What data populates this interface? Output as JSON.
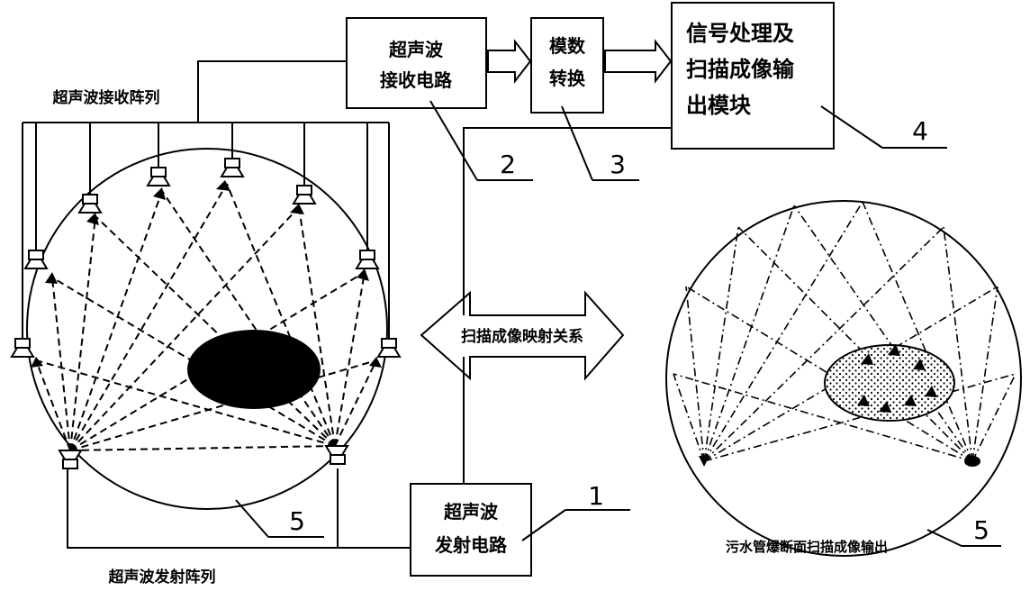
{
  "boxes": {
    "receive": [
      "超声波",
      "接收电路"
    ],
    "adc": [
      "模数",
      "转换"
    ],
    "processing": [
      "信号处理及",
      "扫描成像输",
      "出模块"
    ],
    "transmit": [
      "超声波",
      "发射电路"
    ]
  },
  "labels": {
    "receive_array": "超声波接收阵列",
    "transmit_array": "超声波发射阵列",
    "mapping": "扫描成像映射关系",
    "output": "污水管爆断面扫描成像输出"
  },
  "callouts": {
    "transmit_circuit": "1",
    "receive_circuit": "2",
    "adc": "3",
    "processing": "4",
    "pipe_left": "5",
    "pipe_right": "5"
  }
}
